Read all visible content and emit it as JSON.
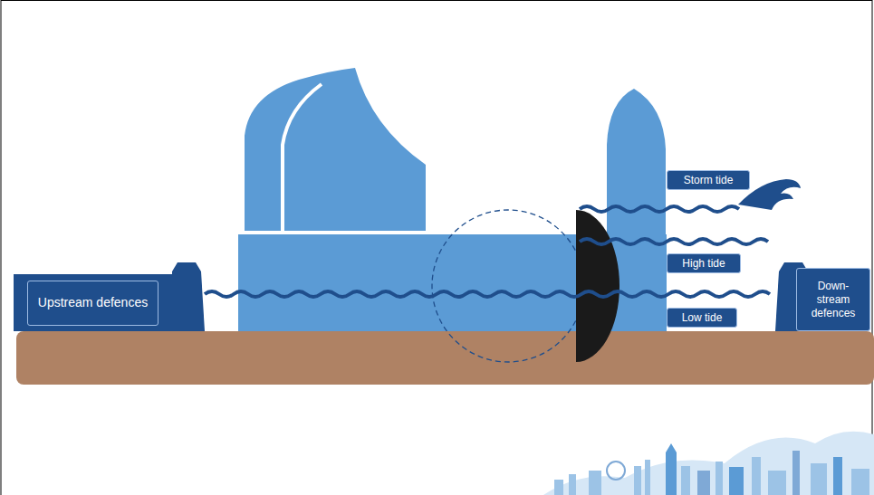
{
  "diagram": {
    "nodes": [
      {
        "text": [
          "Upstream defences"
        ]
      },
      {
        "text": [
          "Storm tide"
        ]
      },
      {
        "text": [
          "High tide"
        ]
      },
      {
        "text": [
          "Low tide"
        ]
      },
      {
        "text": [
          "Down- stream defences"
        ]
      }
    ]
  }
}
